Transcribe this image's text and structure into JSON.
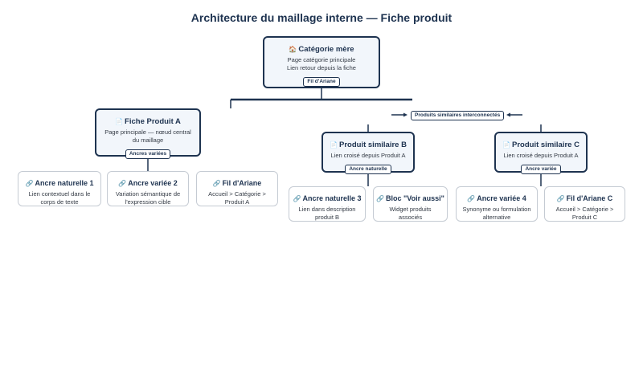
{
  "title": "Architecture du maillage interne — Fiche produit",
  "floating_badge": "Produits similaires interconnectés",
  "nodes": {
    "categorie": {
      "icon": "house-icon",
      "glyph": "🏠",
      "title": "Catégorie mère",
      "desc": [
        "Page catégorie principale",
        "Lien retour depuis la fiche"
      ],
      "badge": "Fil d'Ariane"
    },
    "ficheA": {
      "icon": "page-icon",
      "glyph": "📄",
      "title": "Fiche Produit A",
      "desc": [
        "Page principale — nœud central",
        "du maillage"
      ],
      "badge": "Ancres variées"
    },
    "simB": {
      "icon": "page-icon",
      "glyph": "📄",
      "title": "Produit similaire B",
      "desc": [
        "Lien croisé depuis Produit A"
      ],
      "badge": "Ancre naturelle"
    },
    "simC": {
      "icon": "page-icon",
      "glyph": "📄",
      "title": "Produit similaire C",
      "desc": [
        "Lien croisé depuis Produit A"
      ],
      "badge": "Ancre variée"
    }
  },
  "leaves": {
    "l1": {
      "icon": "link-icon",
      "glyph": "🔗",
      "title": "Ancre naturelle 1",
      "desc": [
        "Lien contextuel dans le",
        "corps de texte"
      ]
    },
    "l2": {
      "icon": "link-icon",
      "glyph": "🔗",
      "title": "Ancre variée 2",
      "desc": [
        "Variation sémantique de",
        "l'expression cible"
      ]
    },
    "l3": {
      "icon": "link-icon",
      "glyph": "🔗",
      "title": "Fil d'Ariane",
      "desc": [
        "Accueil > Catégorie >",
        "Produit A"
      ]
    },
    "l4": {
      "icon": "link-icon",
      "glyph": "🔗",
      "title": "Ancre naturelle 3",
      "desc": [
        "Lien dans description",
        "produit B"
      ]
    },
    "l5": {
      "icon": "link-icon",
      "glyph": "🔗",
      "title": "Bloc \"Voir aussi\"",
      "desc": [
        "Widget produits",
        "associés"
      ]
    },
    "l6": {
      "icon": "link-icon",
      "glyph": "🔗",
      "title": "Ancre variée 4",
      "desc": [
        "Synonyme ou formulation",
        "alternative"
      ]
    },
    "l7": {
      "icon": "link-icon",
      "glyph": "🔗",
      "title": "Fil d'Ariane C",
      "desc": [
        "Accueil > Catégorie >",
        "Produit C"
      ]
    }
  },
  "colors": {
    "primary": "#1e3350",
    "node_bg": "#f2f6fb",
    "leaf_border": "#c5cbd3"
  }
}
